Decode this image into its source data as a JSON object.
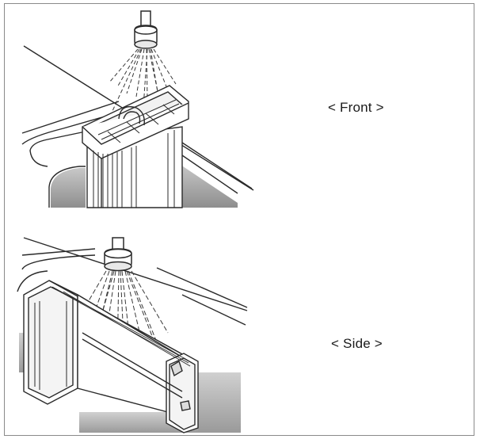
{
  "figure": {
    "panels": [
      {
        "id": "front",
        "caption": "< Front >"
      },
      {
        "id": "side",
        "caption": "< Side >"
      }
    ],
    "colors": {
      "line": "#2a2a2a",
      "frame": "#8a8a8a",
      "basin_shade": "#9a9a9a",
      "water": "#3a3a3a"
    },
    "icons": [
      "faucet-icon",
      "water-spray-icon",
      "filter-cartridge-icon",
      "sink-basin-icon"
    ]
  }
}
